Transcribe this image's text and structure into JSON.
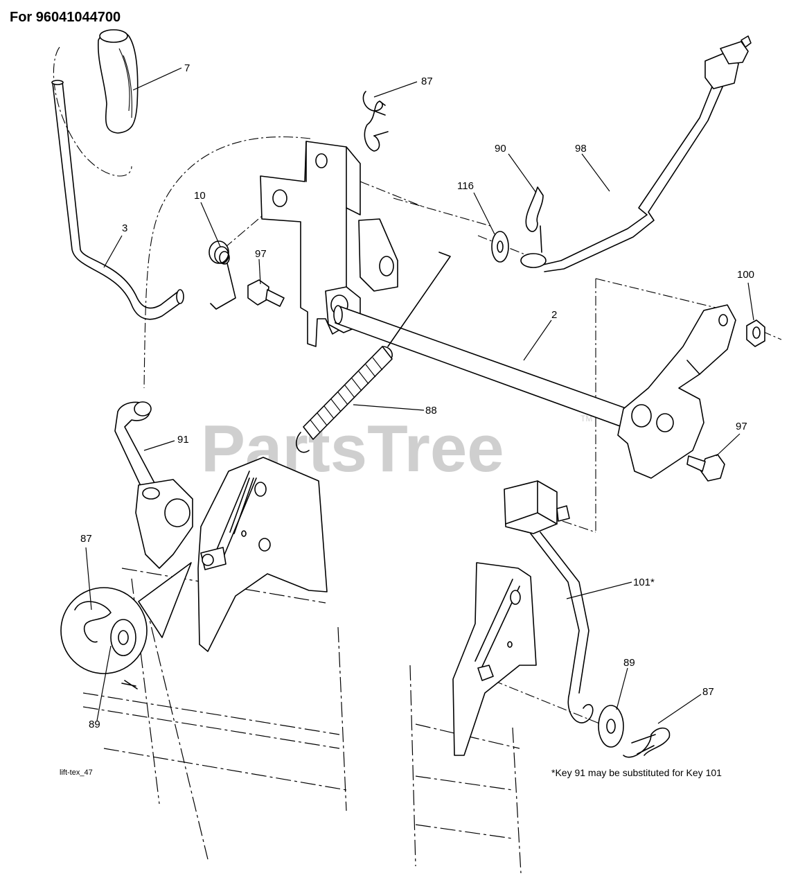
{
  "header": {
    "title": "For 96041044700"
  },
  "watermark": {
    "text": "PartsTree",
    "trademark": "TM"
  },
  "diagram_code": "lift-tex_47",
  "footnote": "*Key 91 may be substituted for Key 101",
  "callouts": {
    "c7": "7",
    "c87a": "87",
    "c90": "90",
    "c98": "98",
    "c116": "116",
    "c10": "10",
    "c3": "3",
    "c97a": "97",
    "c100": "100",
    "c2": "2",
    "c88": "88",
    "c97b": "97",
    "c91": "91",
    "c87b": "87",
    "c89a": "89",
    "c101": "101*",
    "c89b": "89",
    "c87c": "87"
  },
  "icons": [
    "lift-handle-grip-icon",
    "spring-icon",
    "hairpin-clip-icon",
    "washer-icon",
    "hex-nut-icon",
    "bolt-icon",
    "lift-bracket-icon",
    "lift-shaft-icon",
    "magnified-detail-icon"
  ]
}
